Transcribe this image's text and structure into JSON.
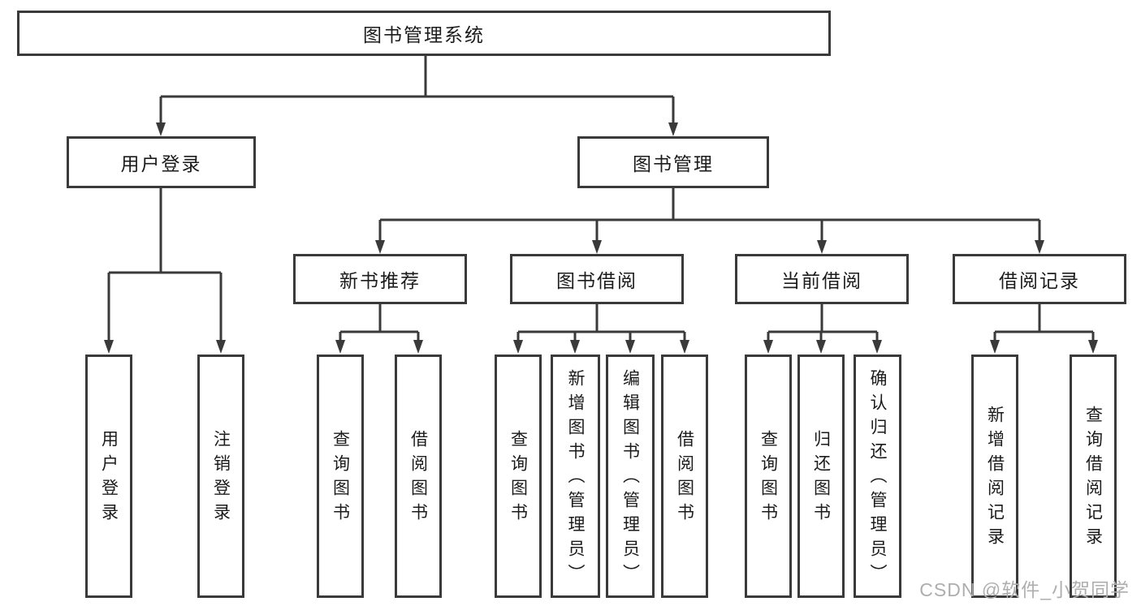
{
  "diagram_title": "图书管理系统",
  "tree": {
    "root": {
      "label": "图书管理系统"
    },
    "branches": [
      {
        "label": "用户登录",
        "children": [
          {
            "label": "用户登录"
          },
          {
            "label": "注销登录"
          }
        ]
      },
      {
        "label": "图书管理",
        "children": [
          {
            "label": "新书推荐",
            "children": [
              {
                "label": "查询图书"
              },
              {
                "label": "借阅图书"
              }
            ]
          },
          {
            "label": "图书借阅",
            "children": [
              {
                "label": "查询图书"
              },
              {
                "label": "新增图书（管理员）"
              },
              {
                "label": "编辑图书（管理员）"
              },
              {
                "label": "借阅图书"
              }
            ]
          },
          {
            "label": "当前借阅",
            "children": [
              {
                "label": "查询图书"
              },
              {
                "label": "归还图书"
              },
              {
                "label": "确认归还（管理员）"
              }
            ]
          },
          {
            "label": "借阅记录",
            "children": [
              {
                "label": "新增借阅记录"
              },
              {
                "label": "查询借阅记录"
              }
            ]
          }
        ]
      }
    ]
  },
  "watermark": {
    "text": "CSDN @软件_小贺同学"
  },
  "colors": {
    "line": "#3a3a3a",
    "box_border": "#3a3a3a",
    "text": "#1b1b1b",
    "watermark": "#aeaeae",
    "background": "#ffffff"
  }
}
